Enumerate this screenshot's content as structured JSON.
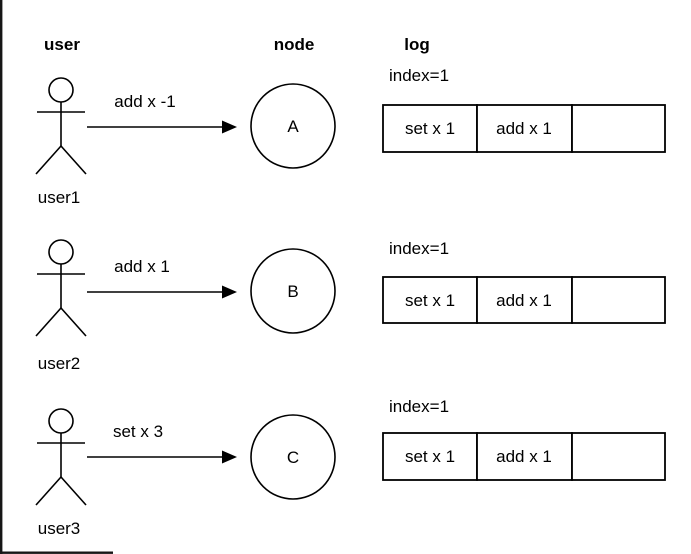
{
  "headers": {
    "user": "user",
    "node": "node",
    "log": "log"
  },
  "rows": [
    {
      "user_label": "user1",
      "request_label": "add x -1",
      "node_label": "A",
      "log_index": "index=1",
      "log_cells": [
        "set x 1",
        "add x 1",
        ""
      ]
    },
    {
      "user_label": "user2",
      "request_label": "add x 1",
      "node_label": "B",
      "log_index": "index=1",
      "log_cells": [
        "set x 1",
        "add x 1",
        ""
      ]
    },
    {
      "user_label": "user3",
      "request_label": "set x 3",
      "node_label": "C",
      "log_index": "index=1",
      "log_cells": [
        "set x 1",
        "add x 1",
        ""
      ]
    }
  ],
  "colors": {
    "stroke": "#000000",
    "text": "#000000",
    "background": "#ffffff",
    "page_border": "#161616"
  }
}
